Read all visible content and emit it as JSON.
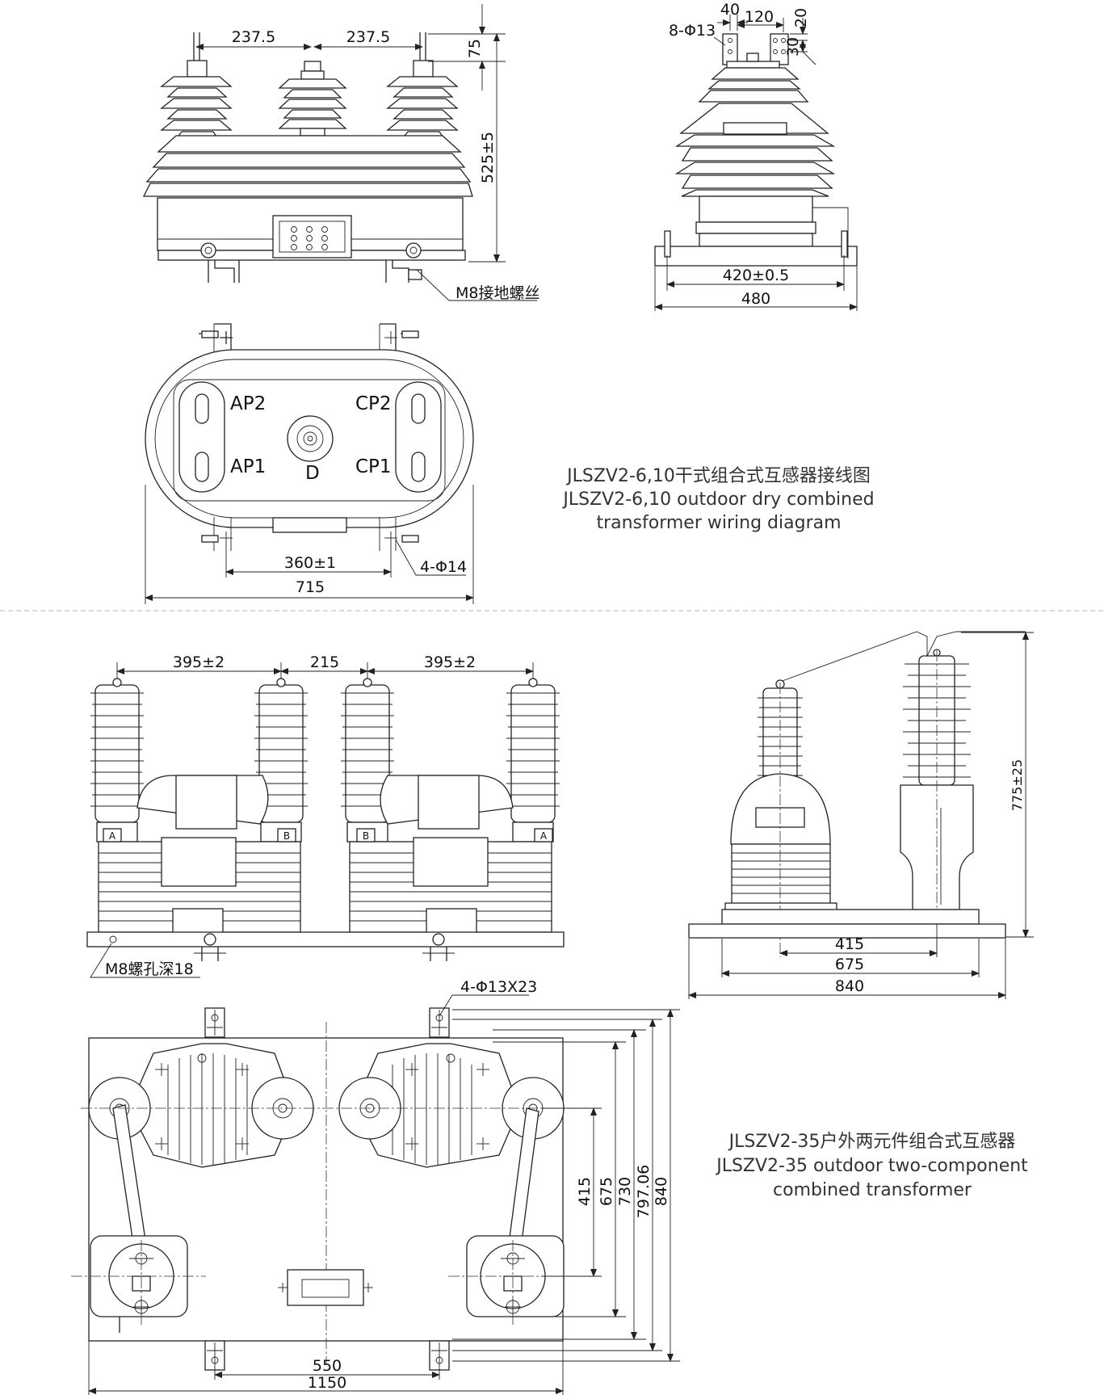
{
  "top_section": {
    "front_view": {
      "dim_spacing_1": "237.5",
      "dim_spacing_2": "237.5",
      "dim_terminal_height": "75",
      "dim_total_height": "525±5",
      "ground_screw_label": "M8接地螺丝"
    },
    "side_view": {
      "dim_40": "40",
      "dim_120": "120",
      "dim_20": "20",
      "dim_30": "30",
      "holes_label": "8-Φ13",
      "dim_mount": "420±0.5",
      "dim_width": "480"
    },
    "plan_view": {
      "terminal_ap2": "AP2",
      "terminal_ap1": "AP1",
      "terminal_cp2": "CP2",
      "terminal_cp1": "CP1",
      "terminal_d": "D",
      "dim_mount": "360±1",
      "dim_length": "715",
      "holes_label": "4-Φ14"
    },
    "caption": {
      "line1": "JLSZV2-6,10干式组合式互感器接线图",
      "line2": "JLSZV2-6,10 outdoor dry combined",
      "line3": "transformer wiring diagram"
    }
  },
  "bottom_section": {
    "front_view": {
      "dim_left": "395±2",
      "dim_mid": "215",
      "dim_right": "395±2",
      "mark_a_left": "A",
      "mark_b_left": "B",
      "mark_b_right": "B",
      "mark_a_right": "A",
      "screw_hole_label": "M8螺孔深18"
    },
    "side_view": {
      "dim_height": "775±25",
      "dim_415": "415",
      "dim_675": "675",
      "dim_840": "840"
    },
    "plan_view": {
      "holes_label": "4-Φ13X23",
      "dim_v_415": "415",
      "dim_v_675": "675",
      "dim_v_730": "730",
      "dim_v_797": "797.06",
      "dim_v_840": "840",
      "dim_550": "550",
      "dim_1150": "1150"
    },
    "caption": {
      "line1": "JLSZV2-35户外两元件组合式互感器",
      "line2": "JLSZV2-35 outdoor two-component",
      "line3": "combined transformer"
    }
  },
  "colors": {
    "line": "#222222",
    "separator": "#cccccc",
    "caption": "#333333"
  }
}
